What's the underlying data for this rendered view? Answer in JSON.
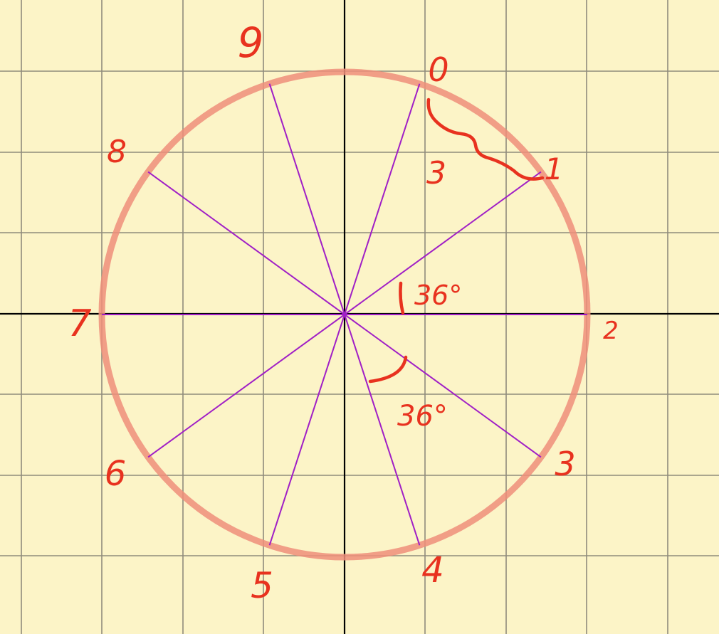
{
  "diagram": {
    "colors": {
      "paper": "#fcf4c7",
      "grid": "#8f8b7c",
      "axis": "#000000",
      "circle": "#ee8e7a",
      "spokes": "#a01fc6",
      "ink": "#e8321f"
    },
    "division_count": 10,
    "point_labels": [
      "0",
      "1",
      "2",
      "3",
      "4",
      "5",
      "6",
      "7",
      "8",
      "9"
    ],
    "step_label": "3",
    "angle_label_upper": "36°",
    "angle_label_lower": "36°"
  }
}
